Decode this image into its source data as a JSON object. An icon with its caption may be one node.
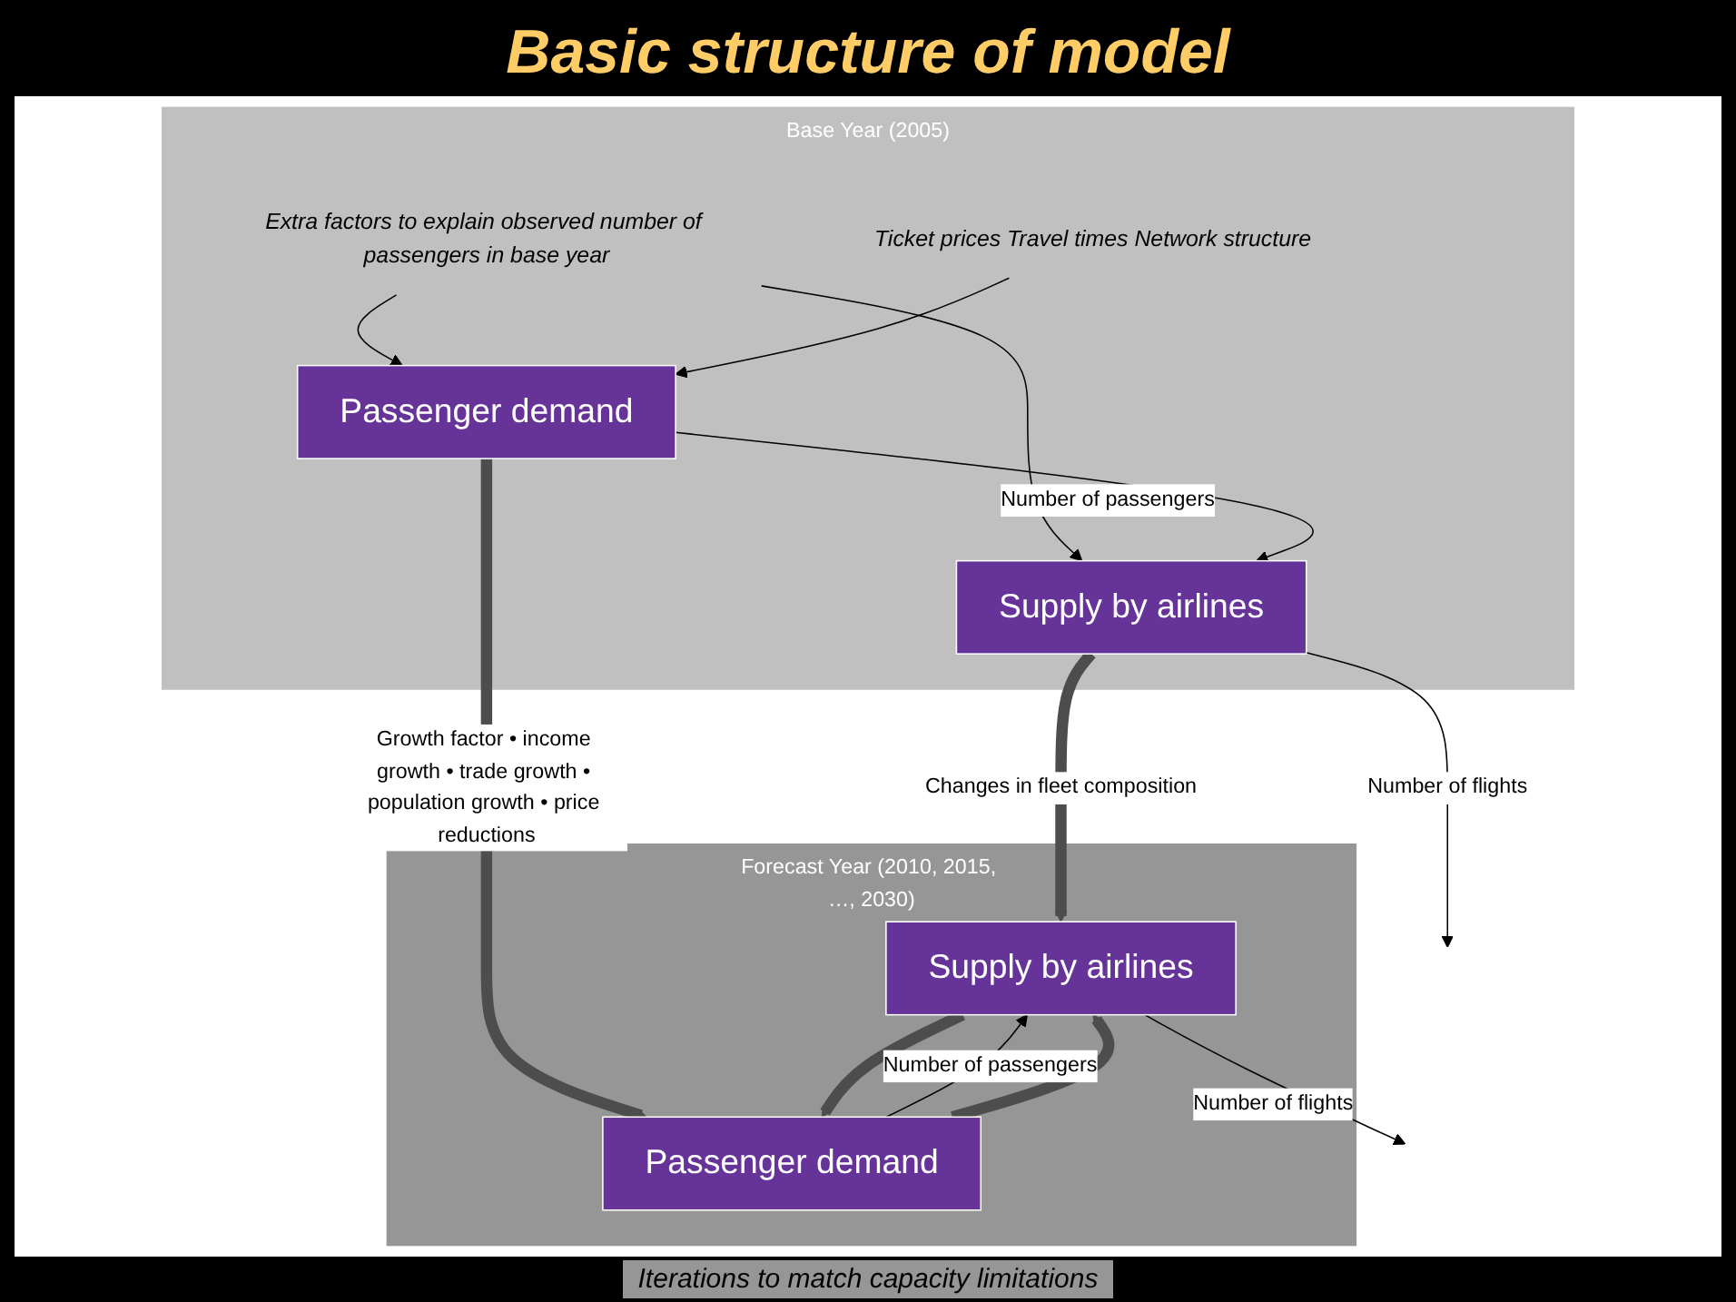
{
  "diagram": {
    "title": "Basic structure of model",
    "nodes": [
      {
        "text": [
          "Base Year (2005)"
        ]
      },
      {
        "text": [
          "Extra factors to explain observed number of passengers in base year"
        ],
        "in": 0
      },
      {
        "text": [
          "Ticket prices Travel times Network structure"
        ],
        "in": 0
      },
      {
        "text": [
          "Passenger demand"
        ],
        "in": 0
      },
      {
        "text": [
          "Supply by airlines"
        ],
        "in": 0
      },
      {
        "text": [
          "Forecast Year (2010, 2015, …, 2030)"
        ]
      },
      {
        "text": [
          "Passenger demand"
        ],
        "in": 5
      },
      {
        "text": [
          "Supply by airlines"
        ],
        "in": 5
      }
    ],
    "edges": [
      {
        "from": 1,
        "to": 3,
        "arrow": "to"
      },
      {
        "from": 1,
        "to": 4,
        "arrow": "to"
      },
      {
        "from": 2,
        "to": 3,
        "arrow": "to"
      },
      {
        "from": 3,
        "to": 4,
        "arrow": "to",
        "label": "Number of passengers"
      },
      {
        "from": 4,
        "to": null,
        "arrow": "to",
        "label": "Number of flights"
      },
      {
        "from": 3,
        "to": 6,
        "arrow": "to",
        "style": "thick",
        "color": "#4d4d4d",
        "label": "Growth factor • income growth • trade growth • population growth • price reductions"
      },
      {
        "from": 4,
        "to": 7,
        "arrow": "to",
        "style": "thick",
        "color": "#4d4d4d",
        "label": "Changes in fleet composition"
      },
      {
        "from": 6,
        "to": 7,
        "arrow": "to",
        "label": "Number of passengers"
      },
      {
        "from": 6,
        "to": 7,
        "arrow": "to",
        "style": "thick",
        "color": "#4d4d4d"
      },
      {
        "from": 7,
        "to": 6,
        "arrow": "to",
        "style": "thick",
        "color": "#4d4d4d"
      },
      {
        "from": 7,
        "to": null,
        "arrow": "to",
        "label": "Number of flights"
      }
    ],
    "labels": [
      "Iterations to match capacity limitations"
    ]
  }
}
